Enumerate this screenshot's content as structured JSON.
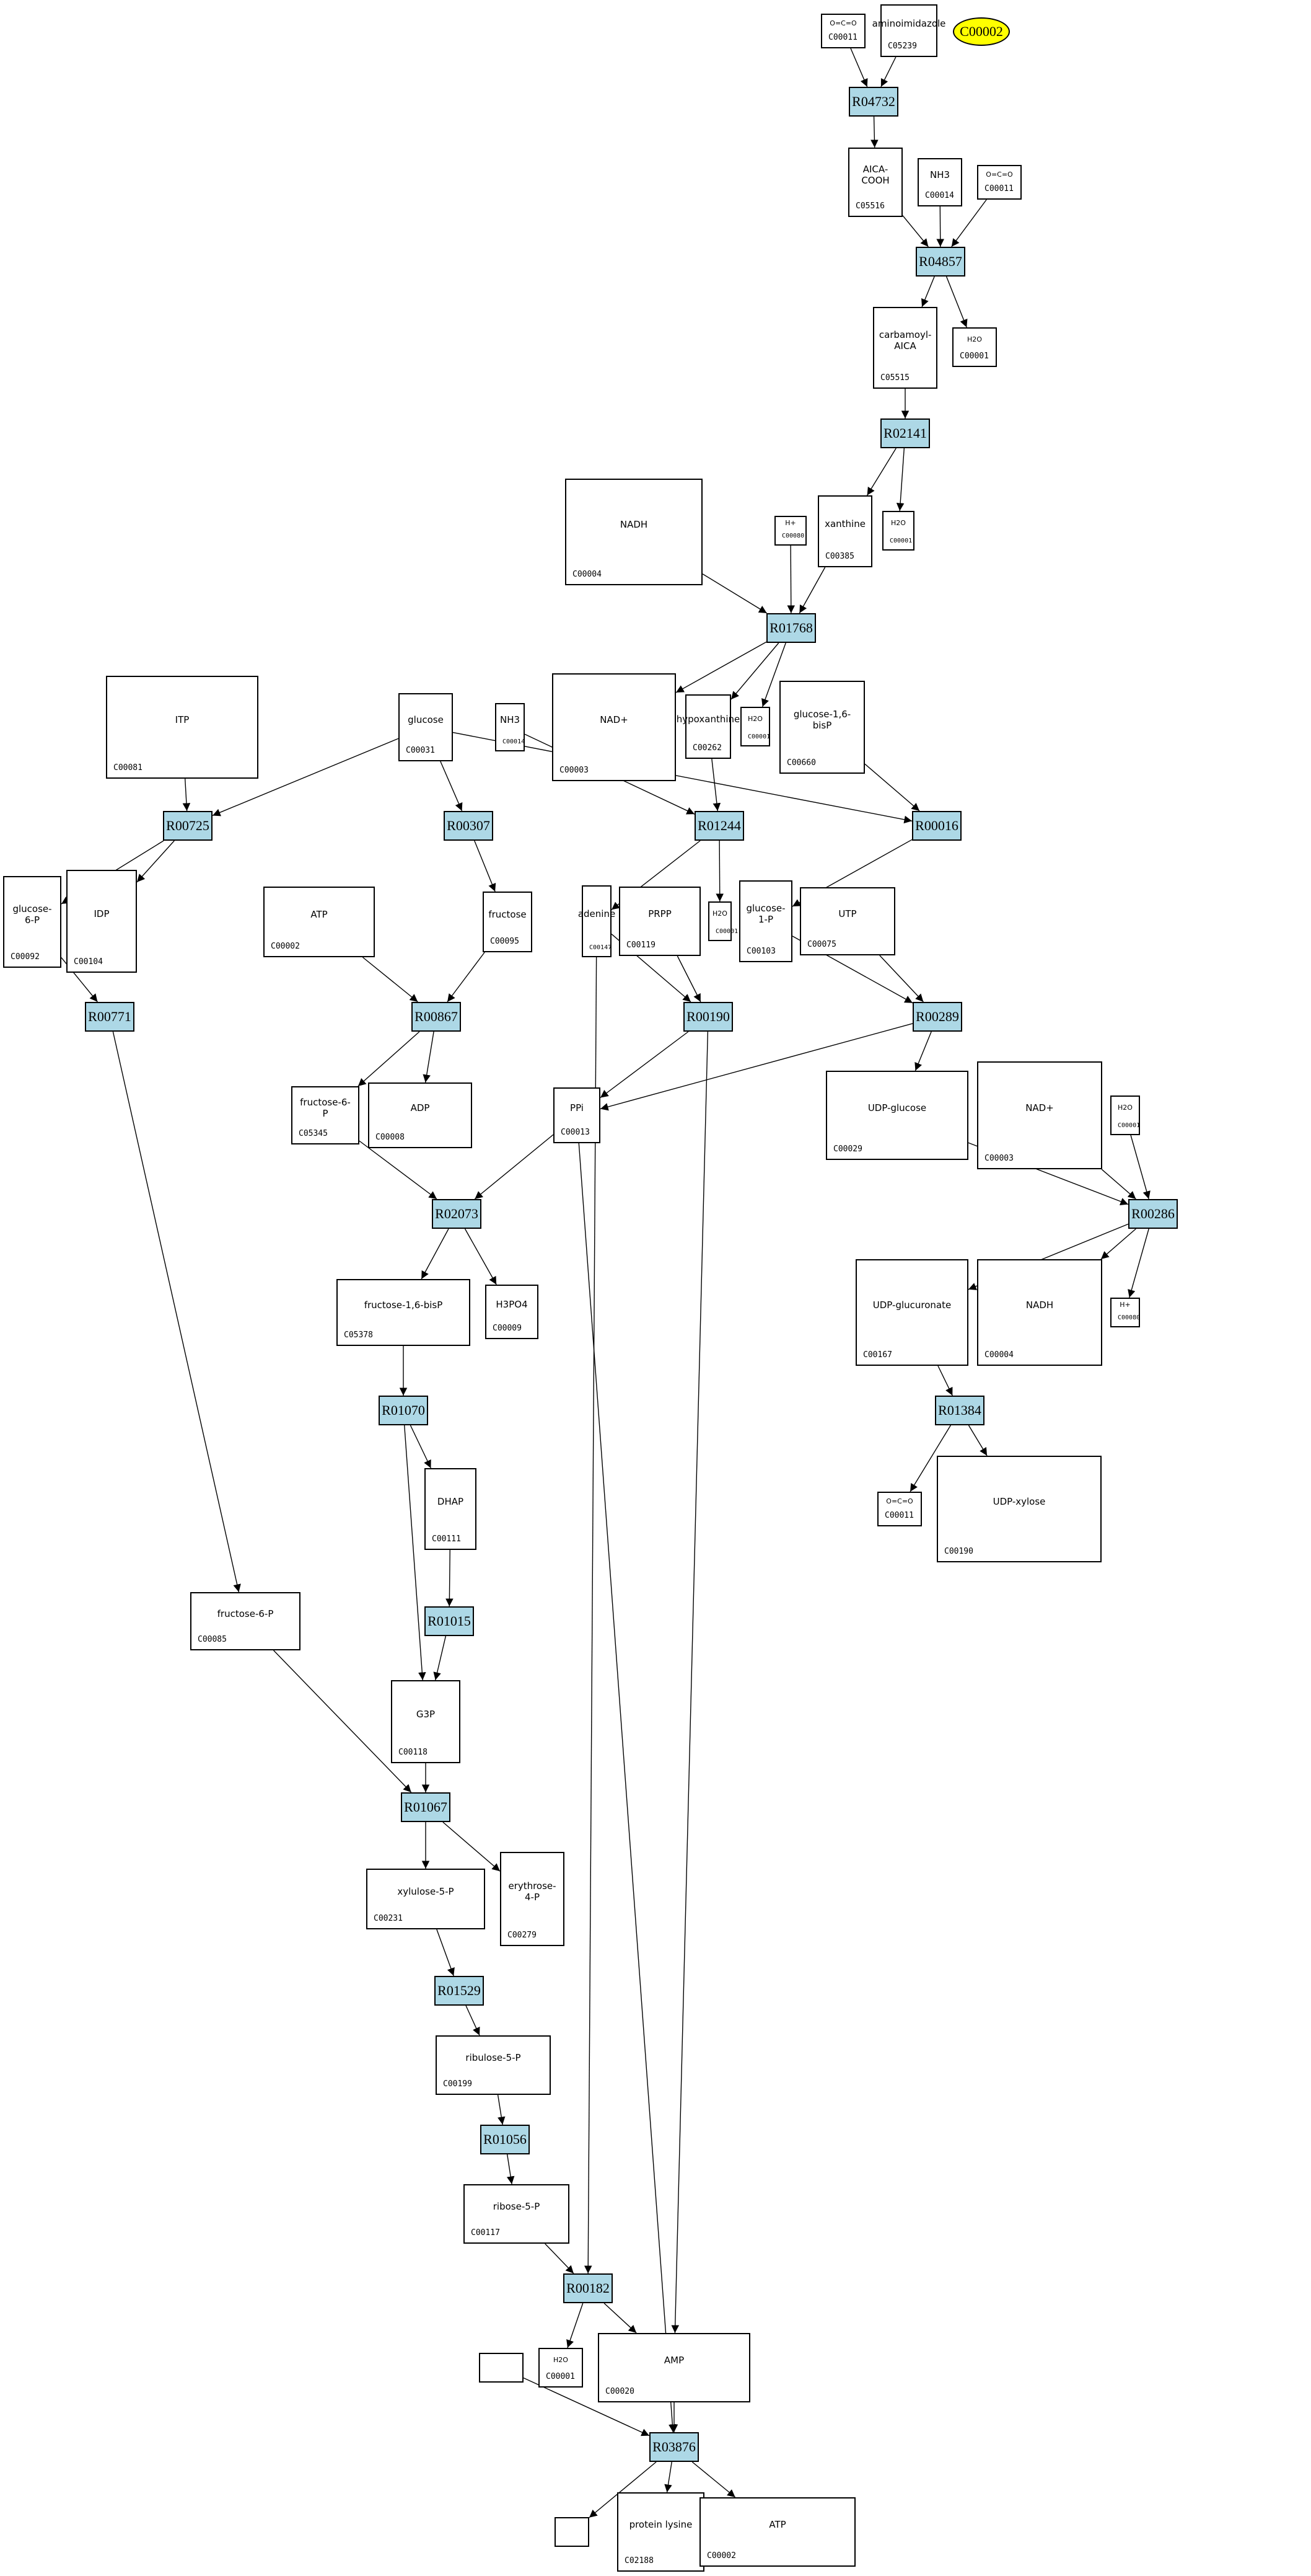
{
  "title": "KEGG pathway reaction graph",
  "colors": {
    "reaction_fill": "#add8e6",
    "highlight_fill": "#ffff00",
    "stroke": "#000000"
  },
  "highlight": {
    "id": "C00002"
  },
  "reactions": [
    "R04732",
    "R04857",
    "R02141",
    "R01768",
    "R00725",
    "R00307",
    "R01244",
    "R00016",
    "R00771",
    "R00867",
    "R00190",
    "R00289",
    "R02073",
    "R00286",
    "R01070",
    "R01384",
    "R01015",
    "R01067",
    "R01529",
    "R01056",
    "R00182",
    "R03876"
  ],
  "compounds": [
    {
      "key": "c00011a",
      "id": "C00011",
      "formula": "O=C=O"
    },
    {
      "key": "c05239",
      "id": "C05239",
      "formula": "aminoimidazole"
    },
    {
      "key": "c05516",
      "id": "C05516",
      "formula": "AICA-COOH"
    },
    {
      "key": "c00014a",
      "id": "C00014",
      "formula": "NH3"
    },
    {
      "key": "c00011b",
      "id": "C00011",
      "formula": "O=C=O"
    },
    {
      "key": "c05515",
      "id": "C05515",
      "formula": "carbamoyl-AICA"
    },
    {
      "key": "c00001a",
      "id": "C00001",
      "formula": "H2O"
    },
    {
      "key": "c00004a",
      "id": "C00004",
      "formula": "NADH"
    },
    {
      "key": "c00080a",
      "id": "C00080",
      "formula": "H+"
    },
    {
      "key": "c00385",
      "id": "C00385",
      "formula": "xanthine"
    },
    {
      "key": "c00001b",
      "id": "C00001",
      "formula": "H2O"
    },
    {
      "key": "c00081",
      "id": "C00081",
      "formula": "ITP"
    },
    {
      "key": "c00031",
      "id": "C00031",
      "formula": "glucose"
    },
    {
      "key": "c00014b",
      "id": "C00014",
      "formula": "NH3"
    },
    {
      "key": "c00003a",
      "id": "C00003",
      "formula": "NAD+"
    },
    {
      "key": "c00262",
      "id": "C00262",
      "formula": "hypoxanthine"
    },
    {
      "key": "c00001c",
      "id": "C00001",
      "formula": "H2O"
    },
    {
      "key": "c00660",
      "id": "C00660",
      "formula": "glucose-1,6-bisP"
    },
    {
      "key": "c00092",
      "id": "C00092",
      "formula": "glucose-6-P"
    },
    {
      "key": "c00104",
      "id": "C00104",
      "formula": "IDP"
    },
    {
      "key": "c00002a",
      "id": "C00002",
      "formula": "ATP"
    },
    {
      "key": "c00095",
      "id": "C00095",
      "formula": "fructose"
    },
    {
      "key": "c00147",
      "id": "C00147",
      "formula": "adenine"
    },
    {
      "key": "c00119",
      "id": "C00119",
      "formula": "PRPP"
    },
    {
      "key": "c00001d",
      "id": "C00001",
      "formula": "H2O"
    },
    {
      "key": "c00103",
      "id": "C00103",
      "formula": "glucose-1-P"
    },
    {
      "key": "c00075",
      "id": "C00075",
      "formula": "UTP"
    },
    {
      "key": "c05345",
      "id": "C05345",
      "formula": "fructose-6-P"
    },
    {
      "key": "c00008",
      "id": "C00008",
      "formula": "ADP"
    },
    {
      "key": "c00013",
      "id": "C00013",
      "formula": "PPi"
    },
    {
      "key": "c00029",
      "id": "C00029",
      "formula": "UDP-glucose"
    },
    {
      "key": "c00003b",
      "id": "C00003",
      "formula": "NAD+"
    },
    {
      "key": "c00001e",
      "id": "C00001",
      "formula": "H2O"
    },
    {
      "key": "c05378",
      "id": "C05378",
      "formula": "fructose-1,6-bisP"
    },
    {
      "key": "c00009",
      "id": "C00009",
      "formula": "H3PO4"
    },
    {
      "key": "c00167",
      "id": "C00167",
      "formula": "UDP-glucuronate"
    },
    {
      "key": "c00004b",
      "id": "C00004",
      "formula": "NADH"
    },
    {
      "key": "c00080b",
      "id": "C00080",
      "formula": "H+"
    },
    {
      "key": "c00111",
      "id": "C00111",
      "formula": "DHAP"
    },
    {
      "key": "c00011c",
      "id": "C00011",
      "formula": "O=C=O"
    },
    {
      "key": "c00190",
      "id": "C00190",
      "formula": "UDP-xylose"
    },
    {
      "key": "c00085",
      "id": "C00085",
      "formula": "fructose-6-P"
    },
    {
      "key": "c00118",
      "id": "C00118",
      "formula": "G3P"
    },
    {
      "key": "c00231",
      "id": "C00231",
      "formula": "xylulose-5-P"
    },
    {
      "key": "c00279",
      "id": "C00279",
      "formula": "erythrose-4-P"
    },
    {
      "key": "c00199",
      "id": "C00199",
      "formula": "ribulose-5-P"
    },
    {
      "key": "c00117",
      "id": "C00117",
      "formula": "ribose-5-P"
    },
    {
      "key": "c00001f",
      "id": "C00001",
      "formula": "H2O"
    },
    {
      "key": "c00020",
      "id": "C00020",
      "formula": "AMP"
    },
    {
      "key": "blank1",
      "id": "",
      "formula": ""
    },
    {
      "key": "blank2",
      "id": "",
      "formula": ""
    },
    {
      "key": "c02188",
      "id": "C02188",
      "formula": "protein lysine"
    },
    {
      "key": "c00002b",
      "id": "C00002",
      "formula": "ATP"
    }
  ]
}
